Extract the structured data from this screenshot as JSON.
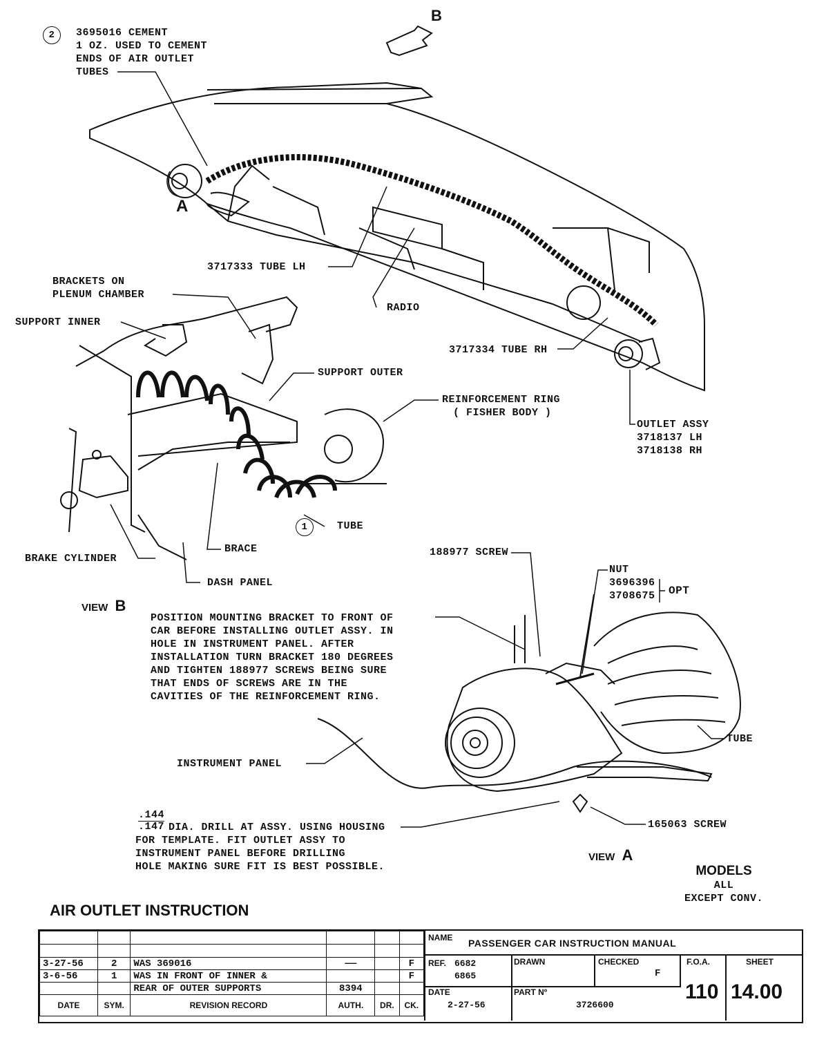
{
  "note_cement": {
    "number": "2",
    "lines": [
      "3695016 CEMENT",
      "1 OZ. USED TO CEMENT",
      "ENDS OF AIR OUTLET",
      "TUBES"
    ]
  },
  "view_markers": {
    "b_top": "B",
    "a_left": "A"
  },
  "labels_top": {
    "tube_lh": "3717333 TUBE  LH",
    "radio": "RADIO",
    "tube_rh": "3717334 TUBE RH",
    "outlet_assy": [
      "OUTLET ASSY",
      "3718137  LH",
      "3718138  RH"
    ]
  },
  "view_b": {
    "brackets": [
      "BRACKETS ON",
      "PLENUM CHAMBER"
    ],
    "support_inner": "SUPPORT INNER",
    "support_outer": "SUPPORT OUTER",
    "reinforcement": [
      "REINFORCEMENT RING",
      "( FISHER BODY )"
    ],
    "tube_number": "1",
    "tube": "TUBE",
    "brace": "BRACE",
    "brake_cylinder": "BRAKE CYLINDER",
    "dash_panel": "DASH PANEL",
    "title": "VIEW",
    "title_letter": "B"
  },
  "view_a": {
    "screw_188977": "188977 SCREW",
    "nut": [
      "NUT",
      "3696396",
      "3708675"
    ],
    "opt": "OPT",
    "position_note": [
      "POSITION MOUNTING BRACKET TO FRONT OF",
      "CAR BEFORE INSTALLING OUTLET ASSY. IN",
      "HOLE IN INSTRUMENT PANEL. AFTER",
      "INSTALLATION TURN BRACKET 180 DEGREES",
      "AND TIGHTEN 188977 SCREWS BEING SURE",
      "THAT ENDS OF SCREWS ARE IN THE",
      "CAVITIES OF THE REINFORCEMENT RING."
    ],
    "tube": "TUBE",
    "instrument_panel": "INSTRUMENT PANEL",
    "screw_165063": "165063 SCREW",
    "drill_frac_top": ".144",
    "drill_frac_bottom": ".147",
    "drill_note": [
      "DIA. DRILL AT ASSY. USING HOUSING",
      "FOR TEMPLATE. FIT OUTLET ASSY TO",
      "INSTRUMENT PANEL BEFORE DRILLING",
      "HOLE MAKING SURE FIT IS BEST POSSIBLE."
    ],
    "title": "VIEW",
    "title_letter": "A"
  },
  "models": {
    "heading": "MODELS",
    "lines": [
      "ALL",
      "EXCEPT CONV."
    ]
  },
  "sheet_title": "AIR  OUTLET  INSTRUCTION",
  "title_block": {
    "revisions": [
      {
        "date": "3-27-56",
        "sym": "2",
        "record": "WAS 369016",
        "auth": "——",
        "dr": "",
        "ck": "F"
      },
      {
        "date": "3-6-56",
        "sym": "1",
        "record": "WAS IN FRONT OF INNER &",
        "auth": "",
        "dr": "",
        "ck": "F"
      },
      {
        "date": "",
        "sym": "",
        "record": "REAR OF OUTER SUPPORTS",
        "auth": "8394",
        "dr": "",
        "ck": ""
      }
    ],
    "headers": {
      "date": "DATE",
      "sym": "SYM.",
      "record": "REVISION RECORD",
      "auth": "AUTH.",
      "dr": "DR.",
      "ck": "CK."
    },
    "name_label": "NAME",
    "name_value": "PASSENGER CAR INSTRUCTION MANUAL",
    "ref_label": "REF.",
    "ref_values": [
      "6682",
      "6865"
    ],
    "drawn_label": "DRAWN",
    "checked_label": "CHECKED",
    "checked_value": "F",
    "foa_label": "F.O.A.",
    "foa_value": "110",
    "sheet_label": "SHEET",
    "sheet_value": "14.00",
    "date_label": "DATE",
    "date_value": "2-27-56",
    "part_label": "PART Nº",
    "part_value": "3726600"
  }
}
